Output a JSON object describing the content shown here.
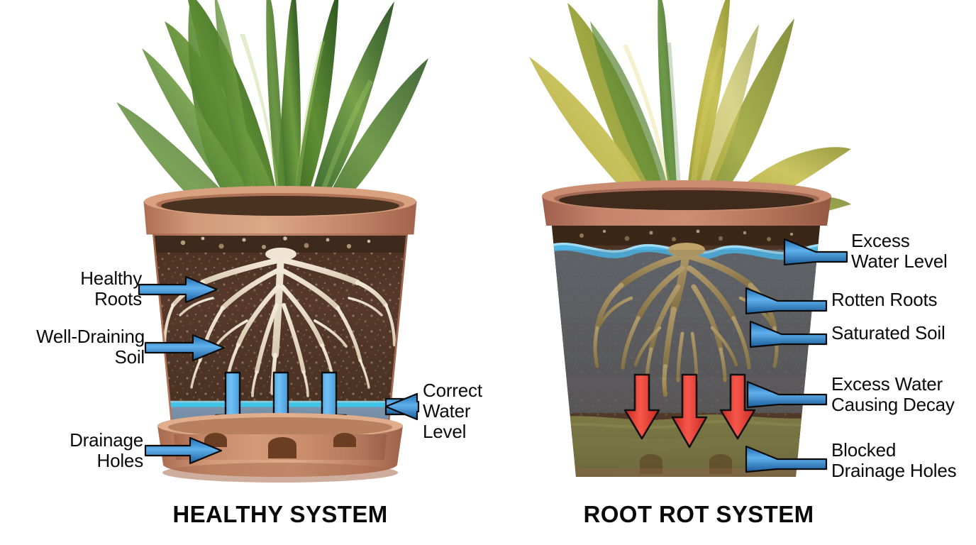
{
  "diagram": {
    "title_hidden": "",
    "panels": [
      {
        "id": "healthy",
        "caption": "HEALTHY SYSTEM",
        "plant_state": "upright green variegated snake plant leaves",
        "labels": [
          {
            "name": "healthy-roots",
            "text": "Healthy\nRoots",
            "align": "right",
            "arrow": "right",
            "arrow_color": "#3D8FD1"
          },
          {
            "name": "well-draining-soil",
            "text": "Well-Draining\nSoil",
            "align": "right",
            "arrow": "right",
            "arrow_color": "#3D8FD1"
          },
          {
            "name": "drainage-holes",
            "text": "Drainage\nHoles",
            "align": "right",
            "arrow": "right",
            "arrow_color": "#3D8FD1"
          },
          {
            "name": "correct-water-level",
            "text": "Correct\nWater\nLevel",
            "align": "left",
            "arrow": "left",
            "arrow_color": "#3D8FD1"
          }
        ],
        "features": {
          "pot_color": "#C07A5C",
          "rim_color": "#CE8E70",
          "soil_color": "#4A3324",
          "root_color": "#E9DFCB",
          "water_color": "#6E8CA8",
          "water_line_color": "#3FC4E8",
          "flow_arrow_color": "#4FA3E3",
          "flow_arrow_count": 3,
          "has_saucer": true,
          "drainage_hole_count": 3
        }
      },
      {
        "id": "root-rot",
        "caption": "ROOT ROT SYSTEM",
        "plant_state": "yellowing drooping snake plant leaves",
        "labels": [
          {
            "name": "excess-water-level",
            "text": "Excess\nWater Level",
            "align": "left",
            "arrow": "left",
            "arrow_color": "#3D8FD1"
          },
          {
            "name": "rotten-roots",
            "text": "Rotten Roots",
            "align": "left",
            "arrow": "left",
            "arrow_color": "#3D8FD1"
          },
          {
            "name": "saturated-soil",
            "text": "Saturated Soil",
            "align": "left",
            "arrow": "left",
            "arrow_color": "#3D8FD1"
          },
          {
            "name": "excess-water-causing-decay",
            "text": "Excess Water\nCausing Decay",
            "align": "left",
            "arrow": "left",
            "arrow_color": "#3D8FD1"
          },
          {
            "name": "blocked-drainage-holes",
            "text": "Blocked\nDrainage Holes",
            "align": "left",
            "arrow": "left",
            "arrow_color": "#3D8FD1"
          }
        ],
        "features": {
          "pot_color": "#B5705A",
          "rim_color": "#C4836A",
          "soil_color": "#503524",
          "root_color": "#B79A63",
          "water_color": "#5E6E80",
          "water_line_color": "#5BC0E8",
          "sludge_color": "#7C7A46",
          "decay_arrow_color": "#EE3B30",
          "decay_arrow_count": 3,
          "has_saucer": false,
          "drainage_hole_count": 2
        }
      }
    ],
    "colors": {
      "background": "#FFFFFF",
      "text": "#0A0A0A",
      "arrow_blue_dark": "#1F6FB5",
      "arrow_blue_light": "#63B4EF",
      "arrow_red": "#EE3B30",
      "arrow_outline": "#000000"
    }
  }
}
